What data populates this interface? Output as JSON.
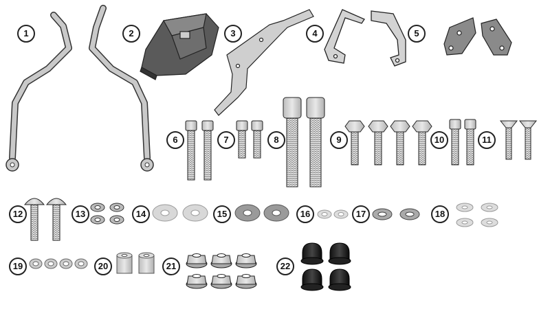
{
  "parts": [
    {
      "label": "1",
      "name": "side-support-arms"
    },
    {
      "label": "2",
      "name": "mounting-plate"
    },
    {
      "label": "3",
      "name": "bracket-plate"
    },
    {
      "label": "4",
      "name": "angled-brackets"
    },
    {
      "label": "5",
      "name": "small-mounting-plates"
    },
    {
      "label": "6",
      "name": "long-socket-screws"
    },
    {
      "label": "7",
      "name": "short-socket-screws"
    },
    {
      "label": "8",
      "name": "large-socket-screws"
    },
    {
      "label": "9",
      "name": "hex-flange-bolts"
    },
    {
      "label": "10",
      "name": "socket-screws-pair"
    },
    {
      "label": "11",
      "name": "countersunk-screws"
    },
    {
      "label": "12",
      "name": "button-head-screws"
    },
    {
      "label": "13",
      "name": "small-washers"
    },
    {
      "label": "14",
      "name": "flat-washers"
    },
    {
      "label": "15",
      "name": "dark-washers"
    },
    {
      "label": "16",
      "name": "thin-washers"
    },
    {
      "label": "17",
      "name": "spring-washers"
    },
    {
      "label": "18",
      "name": "light-washers"
    },
    {
      "label": "19",
      "name": "spacer-rings"
    },
    {
      "label": "20",
      "name": "spacers"
    },
    {
      "label": "21",
      "name": "flange-nuts"
    },
    {
      "label": "22",
      "name": "cap-nuts"
    }
  ]
}
